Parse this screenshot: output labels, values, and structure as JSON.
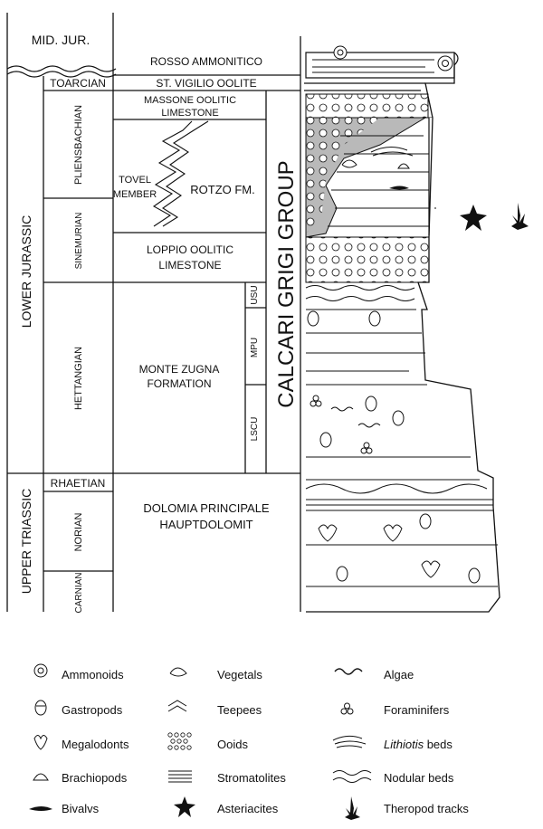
{
  "eras": {
    "mid_jur": "MID. JUR.",
    "lower_jurassic": "LOWER JURASSIC",
    "upper_triassic": "UPPER TRIASSIC"
  },
  "stages": {
    "toarcian": "TOARCIAN",
    "pliensbachian": "PLIENSBACHIAN",
    "sinemurian": "SINEMURIAN",
    "hettangian": "HETTANGIAN",
    "rhaetian": "RHAETIAN",
    "norian": "NORIAN",
    "carnian": "CARNIAN"
  },
  "formations": {
    "rosso": "ROSSO AMMONITICO",
    "vigilio": "ST. VIGILIO OOLITE",
    "massone_1": "MASSONE OOLITIC",
    "massone_2": "LIMESTONE",
    "tovel_1": "TOVEL",
    "tovel_2": "MEMBER",
    "rotzo": "ROTZO FM.",
    "loppio_1": "LOPPIO OOLITIC",
    "loppio_2": "LIMESTONE",
    "zugna_1": "MONTE ZUGNA",
    "zugna_2": "FORMATION",
    "dolomia_1": "DOLOMIA PRINCIPALE",
    "dolomia_2": "HAUPTDOLOMIT"
  },
  "units": {
    "usu": "USU",
    "mpu": "MPU",
    "lscu": "LSCU"
  },
  "group": "CALCARI GRIGI GROUP",
  "legend": [
    {
      "icon": "ammonoid-icon",
      "label": "Ammonoids"
    },
    {
      "icon": "vegetal-icon",
      "label": "Vegetals"
    },
    {
      "icon": "algae-icon",
      "label": "Algae"
    },
    {
      "icon": "gastropod-icon",
      "label": "Gastropods"
    },
    {
      "icon": "teepee-icon",
      "label": "Teepees"
    },
    {
      "icon": "foraminifer-icon",
      "label": "Foraminifers"
    },
    {
      "icon": "megalodont-icon",
      "label": "Megalodonts"
    },
    {
      "icon": "ooid-icon",
      "label": "Ooids"
    },
    {
      "icon": "lithiotis-icon",
      "label": "Lithiotis",
      "label_suffix": " beds"
    },
    {
      "icon": "brachiopod-icon",
      "label": "Brachiopods"
    },
    {
      "icon": "stromatolite-icon",
      "label": "Stromatolites"
    },
    {
      "icon": "nodular-icon",
      "label": "Nodular beds"
    },
    {
      "icon": "bivalve-icon",
      "label": "Bivalvs"
    },
    {
      "icon": "asteriacite-icon",
      "label": "Asteriacites"
    },
    {
      "icon": "theropod-track-icon",
      "label": "Theropod tracks"
    }
  ],
  "colors": {
    "ink": "#111111",
    "shade": "#b9b9b9",
    "paper": "#ffffff"
  }
}
